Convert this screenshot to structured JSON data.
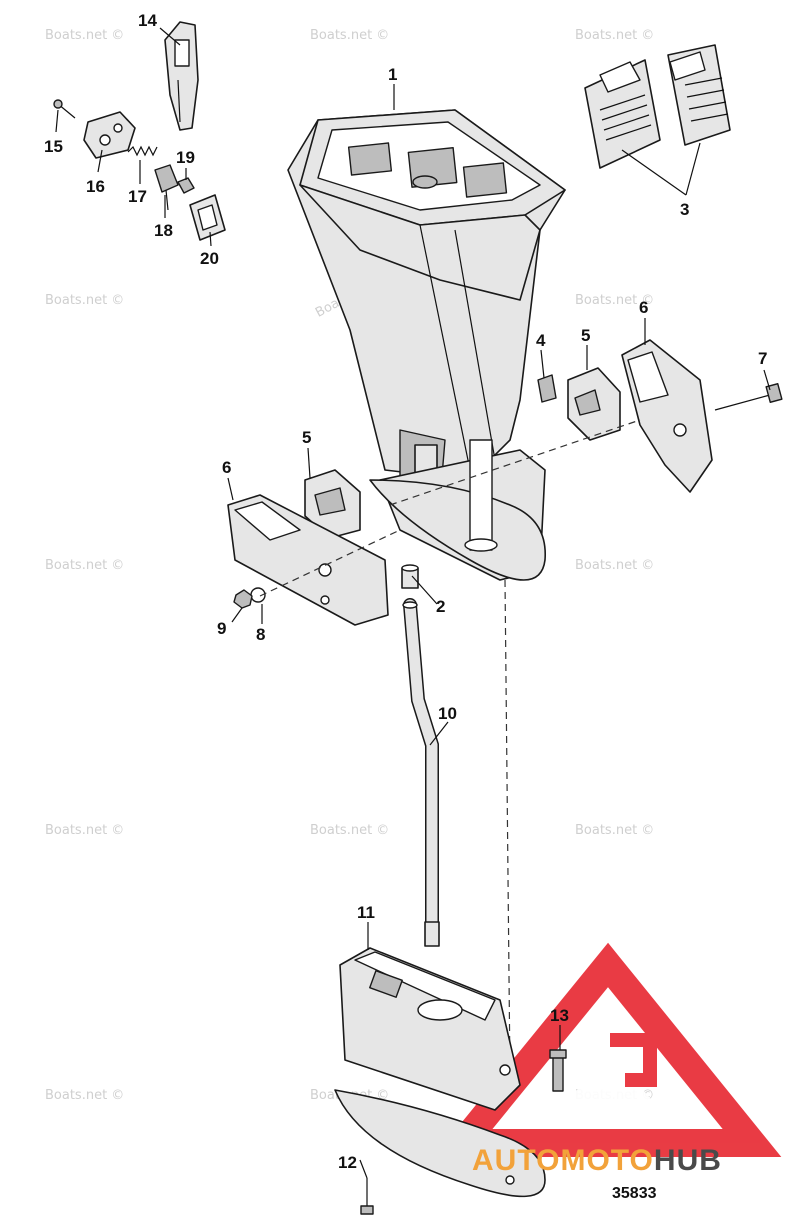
{
  "watermark_text": "Boats.net ©",
  "figure_number": "35833",
  "logo": {
    "part1": "AUTOMOTO",
    "part2": "HUB",
    "color_primary": "#e8313a",
    "color_secondary": "#f2a23a",
    "color_dark": "#4a4a4a"
  },
  "callouts": [
    {
      "id": "1",
      "text": "1"
    },
    {
      "id": "2",
      "text": "2"
    },
    {
      "id": "3",
      "text": "3"
    },
    {
      "id": "4",
      "text": "4"
    },
    {
      "id": "5a",
      "text": "5"
    },
    {
      "id": "5b",
      "text": "5"
    },
    {
      "id": "6a",
      "text": "6"
    },
    {
      "id": "6b",
      "text": "6"
    },
    {
      "id": "7",
      "text": "7"
    },
    {
      "id": "8",
      "text": "8"
    },
    {
      "id": "9",
      "text": "9"
    },
    {
      "id": "10",
      "text": "10"
    },
    {
      "id": "11",
      "text": "11"
    },
    {
      "id": "12",
      "text": "12"
    },
    {
      "id": "13",
      "text": "13"
    },
    {
      "id": "14",
      "text": "14"
    },
    {
      "id": "15",
      "text": "15"
    },
    {
      "id": "16",
      "text": "16"
    },
    {
      "id": "17",
      "text": "17"
    },
    {
      "id": "18",
      "text": "18"
    },
    {
      "id": "19",
      "text": "19"
    },
    {
      "id": "20",
      "text": "20"
    }
  ]
}
